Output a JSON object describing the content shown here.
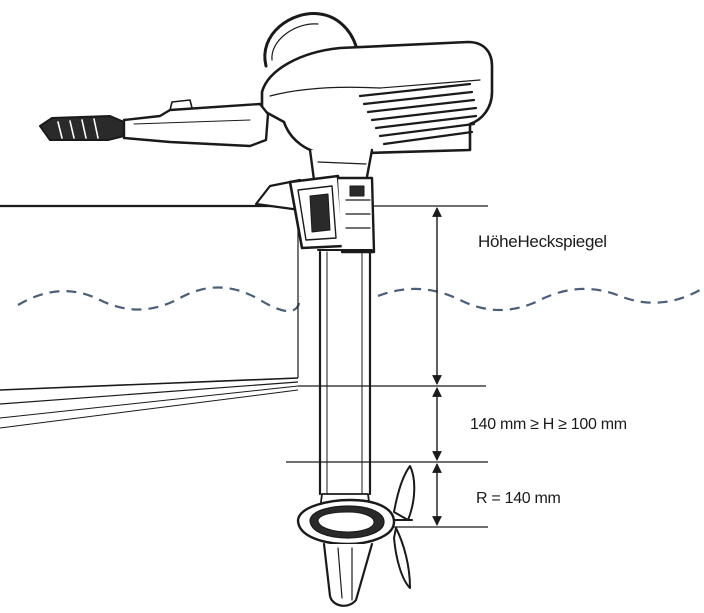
{
  "labels": {
    "transom_height": "HöheHeckspiegel",
    "h_range": "140 mm ≥ H ≥ 100 mm",
    "r_value": "R = 140 mm"
  },
  "colors": {
    "line": "#1a1a1a",
    "water_line": "#4a5f7a"
  },
  "icons": {
    "motor": "outboard-motor-icon",
    "arrow": "dimension-arrow-icon"
  }
}
